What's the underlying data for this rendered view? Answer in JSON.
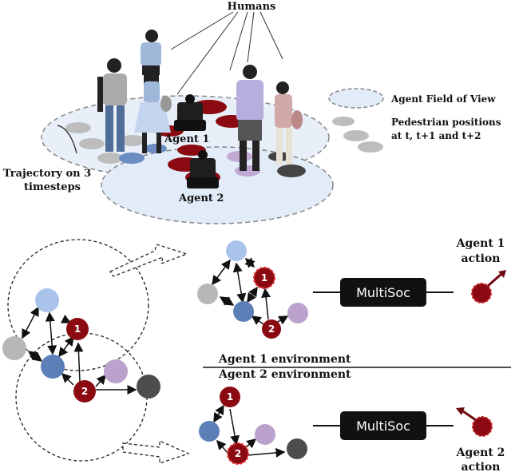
{
  "labels": {
    "humans": "Humans",
    "field_of_view": "Agent Field of View",
    "pedestrian_line1": "Pedestrian positions",
    "pedestrian_line2": "at t, t+1 and t+2",
    "trajectory_line1": "Trajectory on 3",
    "trajectory_line2": "timesteps",
    "agent1_scene": "Agent 1",
    "agent2_scene": "Agent 2",
    "agent1_env": "Agent 1 environment",
    "agent2_env": "Agent 2 environment",
    "multisoc_top": "MultiSoc",
    "multisoc_bottom": "MultiSoc",
    "agent1_action_line1": "Agent 1",
    "agent1_action_line2": "action",
    "agent2_action_line1": "Agent 2",
    "agent2_action_line2": "action",
    "node_1": "1",
    "node_2": "2"
  },
  "colors": {
    "agent_red": "#8b0a12",
    "agent_dark_red": "#6e0a10",
    "human_light_blue": "#a9c3ea",
    "human_blue": "#5d7fb8",
    "human_gray": "#b7b7b7",
    "human_purple": "#bba2cc",
    "human_dark": "#4d4d4d",
    "fov_fill": "#e6eef9",
    "box_fill": "#111111"
  }
}
